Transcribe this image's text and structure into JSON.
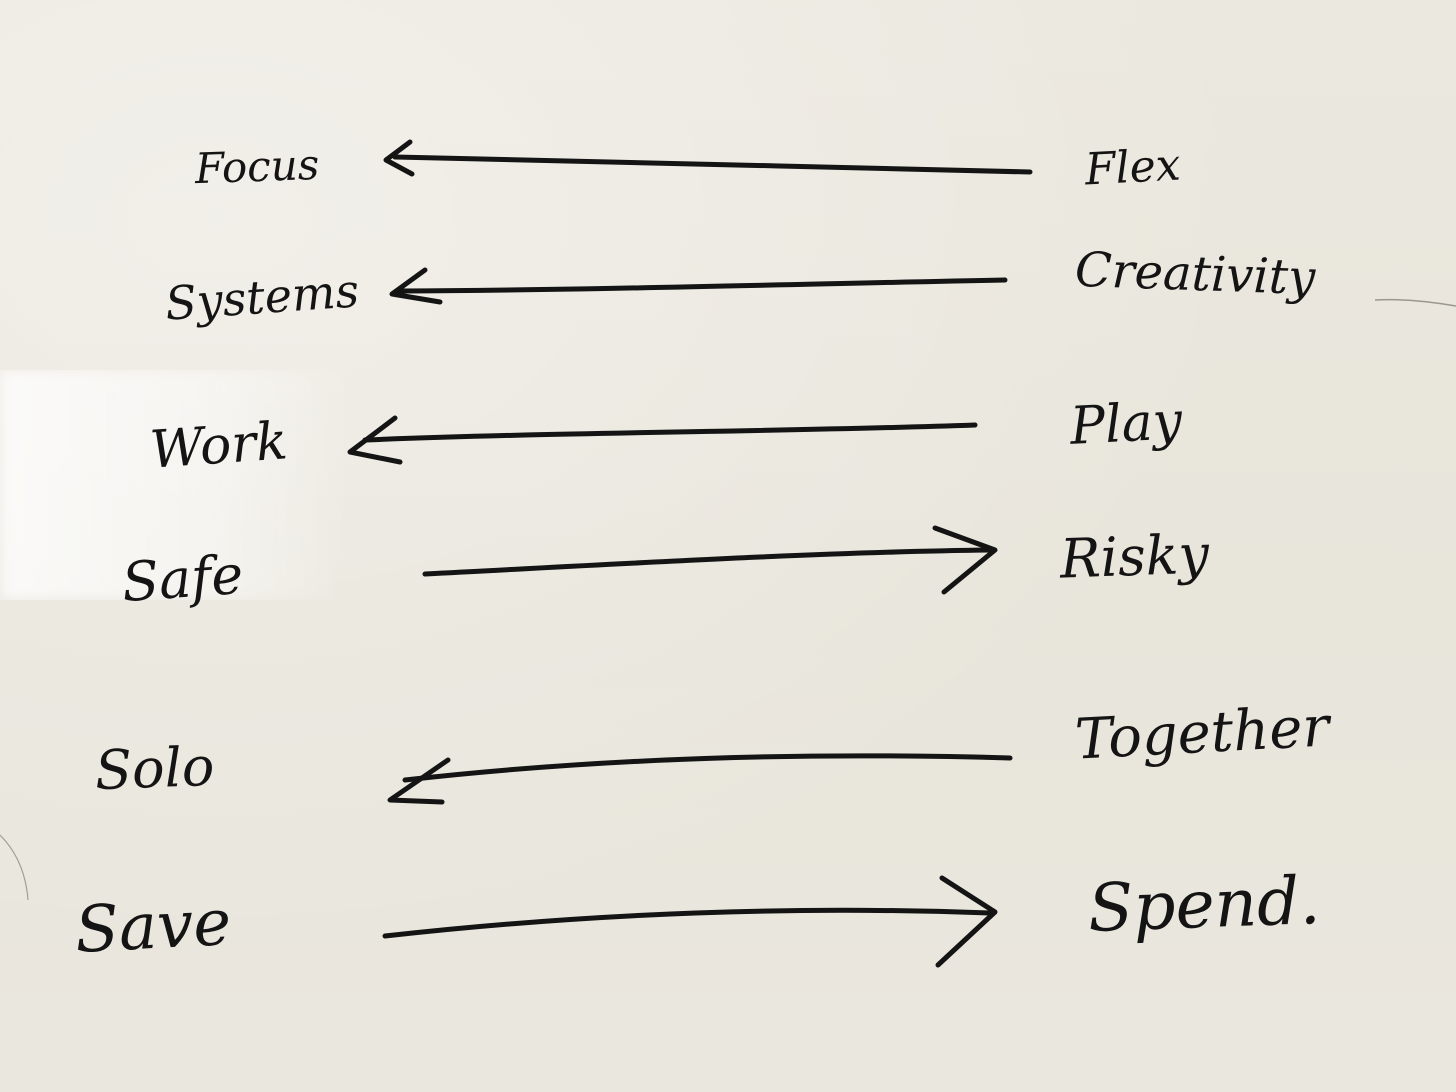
{
  "background": {
    "paper_color": "#e9e6dc",
    "ink_color": "#141414"
  },
  "rows": [
    {
      "left": "Focus",
      "right": "Flex",
      "arrow": "left"
    },
    {
      "left": "Systems",
      "right": "Creativity",
      "arrow": "left"
    },
    {
      "left": "Work",
      "right": "Play",
      "arrow": "left"
    },
    {
      "left": "Safe",
      "right": "Risky",
      "arrow": "right"
    },
    {
      "left": "Solo",
      "right": "Together",
      "arrow": "left"
    },
    {
      "left": "Save",
      "right": "Spend.",
      "arrow": "right"
    }
  ]
}
